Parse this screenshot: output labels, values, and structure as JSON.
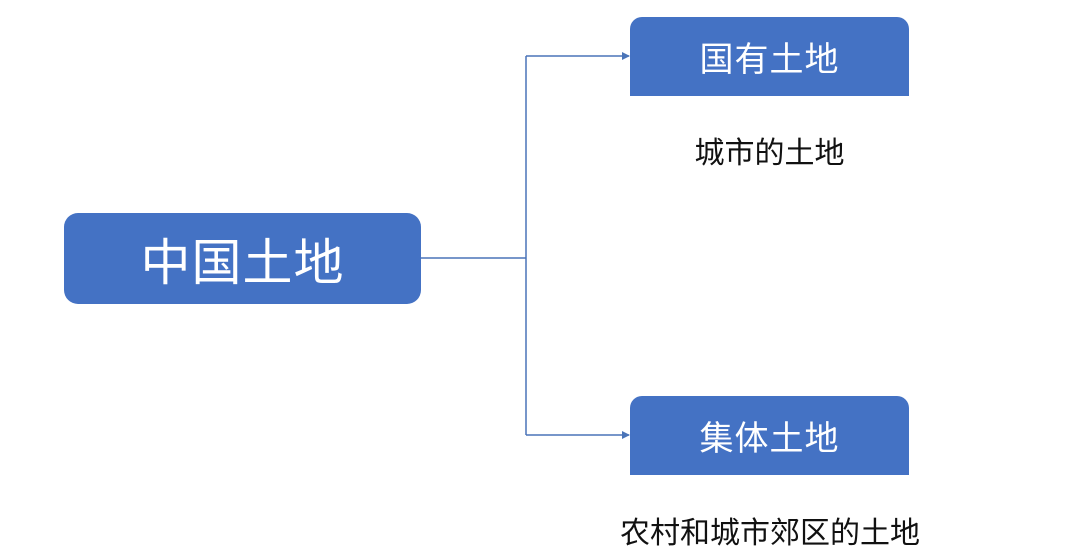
{
  "diagram": {
    "root": {
      "label": "中国土地"
    },
    "branches": [
      {
        "label": "国有土地",
        "description": "城市的土地"
      },
      {
        "label": "集体土地",
        "description": "农村和城市郊区的土地"
      }
    ]
  },
  "colors": {
    "node_fill": "#4472c4",
    "node_text": "#ffffff",
    "connector": "#4a74b8",
    "description_text": "#111111"
  }
}
